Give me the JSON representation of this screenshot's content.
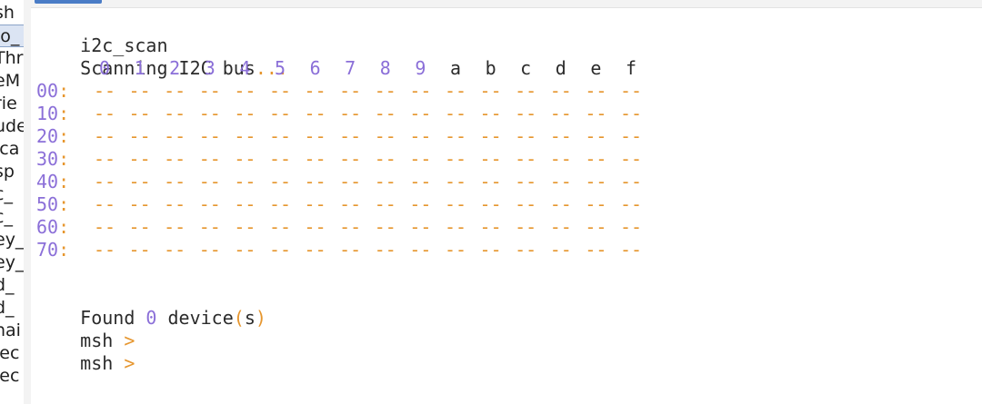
{
  "sidebar": {
    "items": [
      "sh",
      "io_",
      "Thr",
      "eM",
      "rie",
      "ude",
      "ica",
      "sp",
      "c_",
      "c_",
      "ey_",
      "ey_",
      "d_",
      "d_",
      "nai",
      "lec",
      "lec"
    ],
    "selected_index": 1
  },
  "terminal": {
    "command": "i2c_scan",
    "scanning_text": "Scanning I2C bus",
    "scanning_suffix": "...",
    "columns": [
      "0",
      "1",
      "2",
      "3",
      "4",
      "5",
      "6",
      "7",
      "8",
      "9",
      "a",
      "b",
      "c",
      "d",
      "e",
      "f"
    ],
    "rows": [
      "00",
      "10",
      "20",
      "30",
      "40",
      "50",
      "60",
      "70"
    ],
    "row_separator": ":",
    "empty_cell": "--",
    "found_prefix": "Found ",
    "found_count": "0",
    "found_suffix_word": " device",
    "found_paren_open": "(",
    "found_s": "s",
    "found_paren_close": ")",
    "prompt_label": "msh",
    "prompt_symbol": ">"
  },
  "colors": {
    "accent_purple": "#8b6fd8",
    "accent_orange": "#e6962e",
    "text": "#2b2b2b",
    "tab_indicator": "#4a7cc6"
  }
}
